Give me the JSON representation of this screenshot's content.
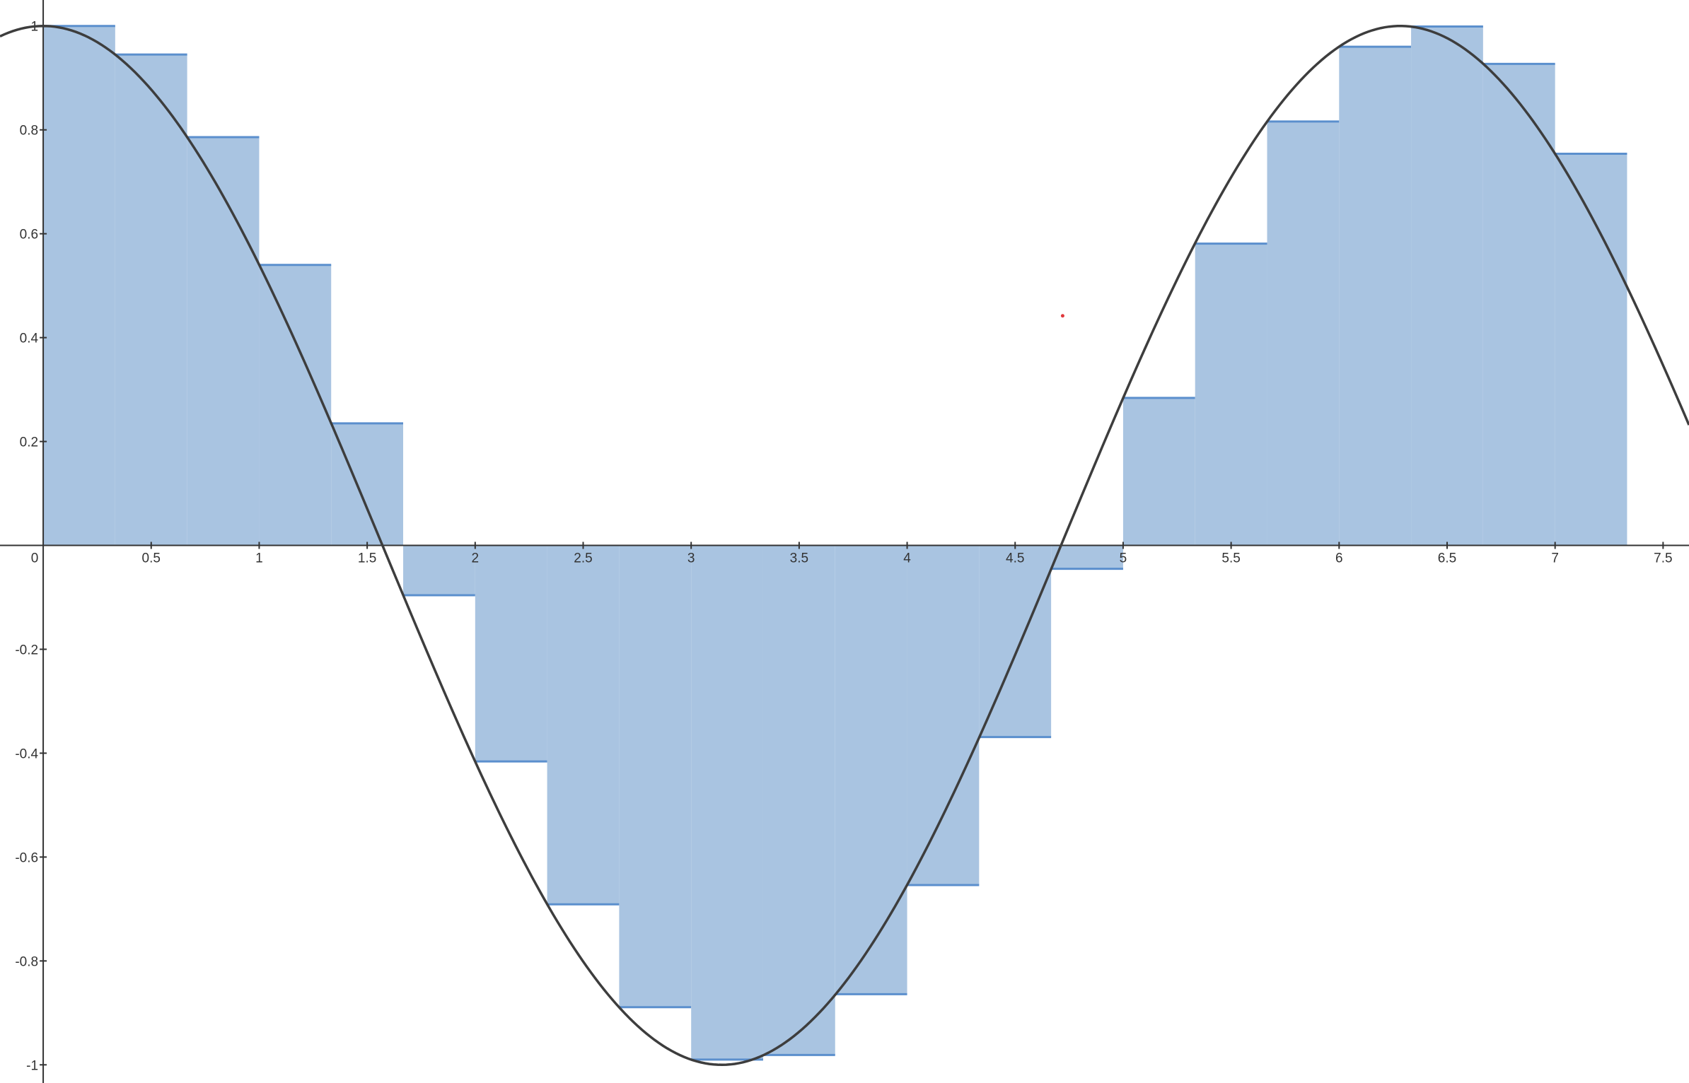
{
  "chart_data": {
    "type": "bar",
    "title": "",
    "xlabel": "",
    "ylabel": "",
    "xlim": [
      -0.2,
      7.62
    ],
    "ylim": [
      -1.035,
      1.05
    ],
    "grid": false,
    "legend": "none",
    "x_ticks": [
      {
        "value": 0,
        "label": "0"
      },
      {
        "value": 0.5,
        "label": "0.5"
      },
      {
        "value": 1,
        "label": "1"
      },
      {
        "value": 1.5,
        "label": "1.5"
      },
      {
        "value": 2,
        "label": "2"
      },
      {
        "value": 2.5,
        "label": "2.5"
      },
      {
        "value": 3,
        "label": "3"
      },
      {
        "value": 3.5,
        "label": "3.5"
      },
      {
        "value": 4,
        "label": "4"
      },
      {
        "value": 4.5,
        "label": "4.5"
      },
      {
        "value": 5,
        "label": "5"
      },
      {
        "value": 5.5,
        "label": "5.5"
      },
      {
        "value": 6,
        "label": "6"
      },
      {
        "value": 6.5,
        "label": "6.5"
      },
      {
        "value": 7,
        "label": "7"
      },
      {
        "value": 7.5,
        "label": "7.5"
      }
    ],
    "y_ticks": [
      {
        "value": 1,
        "label": "1"
      },
      {
        "value": 0.8,
        "label": "0.8"
      },
      {
        "value": 0.6,
        "label": "0.6"
      },
      {
        "value": 0.4,
        "label": "0.4"
      },
      {
        "value": 0.2,
        "label": "0.2"
      },
      {
        "value": -0.2,
        "label": "-0.2"
      },
      {
        "value": -0.4,
        "label": "-0.4"
      },
      {
        "value": -0.6,
        "label": "-0.6"
      },
      {
        "value": -0.8,
        "label": "-0.8"
      },
      {
        "value": -1,
        "label": "-1"
      }
    ],
    "bar_width": 0.3333,
    "bars": [
      {
        "x_start": 0.0,
        "value": 1.0
      },
      {
        "x_start": 0.3333,
        "value": 0.945
      },
      {
        "x_start": 0.6667,
        "value": 0.786
      },
      {
        "x_start": 1.0,
        "value": 0.54
      },
      {
        "x_start": 1.3333,
        "value": 0.235
      },
      {
        "x_start": 1.6667,
        "value": -0.096
      },
      {
        "x_start": 2.0,
        "value": -0.416
      },
      {
        "x_start": 2.3333,
        "value": -0.691
      },
      {
        "x_start": 2.6667,
        "value": -0.889
      },
      {
        "x_start": 3.0,
        "value": -0.99
      },
      {
        "x_start": 3.3333,
        "value": -0.981
      },
      {
        "x_start": 3.6667,
        "value": -0.864
      },
      {
        "x_start": 4.0,
        "value": -0.654
      },
      {
        "x_start": 4.3333,
        "value": -0.369
      },
      {
        "x_start": 4.6667,
        "value": -0.045
      },
      {
        "x_start": 5.0,
        "value": 0.284
      },
      {
        "x_start": 5.3333,
        "value": 0.581
      },
      {
        "x_start": 5.6667,
        "value": 0.816
      },
      {
        "x_start": 6.0,
        "value": 0.96
      },
      {
        "x_start": 6.3333,
        "value": 0.999
      },
      {
        "x_start": 6.6667,
        "value": 0.927
      },
      {
        "x_start": 7.0,
        "value": 0.754
      }
    ],
    "curve": {
      "function": "cos(x)",
      "x_range": [
        -0.2,
        7.62
      ],
      "samples": 400
    },
    "marker_point": {
      "x": 4.72,
      "y": 0.442
    },
    "colors": {
      "bar_fill": "#a9c4e1",
      "bar_top": "#5b8fcd",
      "curve": "#3d3d3d",
      "axis": "#333333",
      "marker": "#e0383c"
    }
  }
}
